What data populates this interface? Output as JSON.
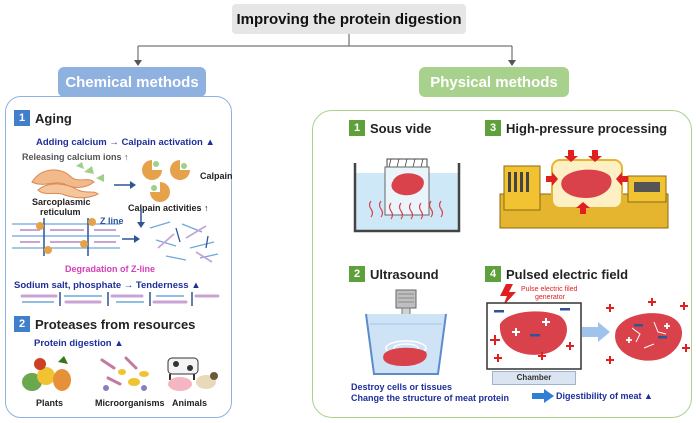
{
  "title": "Improving the protein digestion",
  "chemical": {
    "header": "Chemical methods",
    "aging": {
      "num": "1",
      "title": "Aging",
      "calcium_line": "Adding calcium → Calpain activation ▲",
      "releasing": "Releasing calcium ions ↑",
      "calpain": "Calpain",
      "sarcoplasmic": "Sarcoplasmic",
      "reticulum": "reticulum",
      "calpain_activities": "Calpain activities ↑",
      "zline": "Z line",
      "degradation": "Degradation of Z-line",
      "sodium_line": "Sodium salt, phosphate → Tenderness ▲"
    },
    "proteases": {
      "num": "2",
      "title": "Proteases from resources",
      "protein_digestion": "Protein digestion ▲",
      "sources": [
        "Plants",
        "Microorganisms",
        "Animals"
      ]
    }
  },
  "physical": {
    "header": "Physical methods",
    "sous_vide": {
      "num": "1",
      "title": "Sous vide"
    },
    "hpp": {
      "num": "3",
      "title": "High-pressure processing"
    },
    "ultrasound": {
      "num": "2",
      "title": "Ultrasound"
    },
    "pef": {
      "num": "4",
      "title": "Pulsed electric field",
      "generator_line1": "Pulse electric filed",
      "generator_line2": "generator",
      "chamber": "Chamber"
    },
    "destroy": "Destroy cells or tissues",
    "change": "Change the structure of meat protein",
    "digestibility": "Digestibility of meat ▲"
  },
  "colors": {
    "chem_header": "#8fb1e0",
    "chem_border": "#8fb1e0",
    "phys_header": "#a9d18e",
    "phys_border": "#a9d18e",
    "num_blue": "#3f7fcc",
    "num_green": "#5ea13c",
    "meat": "#d9424a",
    "arrow_blue": "#2f5597"
  }
}
